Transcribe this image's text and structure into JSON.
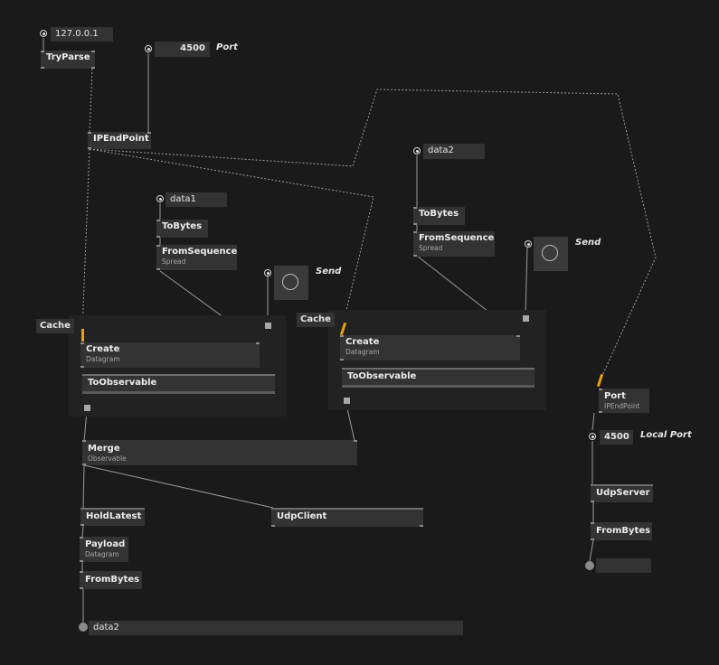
{
  "patch": {
    "ip_value": "127.0.0.1",
    "port_value": "4500",
    "port_label": "Port",
    "local_port_value": "4500",
    "local_port_label": "Local Port",
    "send_label_left": "Send",
    "send_label_right": "Send",
    "cache_label_left": "Cache",
    "cache_label_right": "Cache",
    "data1_value": "data1",
    "data2_value": "data2",
    "output_value": "data2",
    "server_output_value": ""
  },
  "nodes": {
    "tryparse": {
      "title": "TryParse"
    },
    "ipendpoint": {
      "title": "IPEndPoint"
    },
    "tobytes_left": {
      "title": "ToBytes"
    },
    "tobytes_right": {
      "title": "ToBytes"
    },
    "fromsequence_left": {
      "title": "FromSequence",
      "sub": "Spread"
    },
    "fromsequence_right": {
      "title": "FromSequence",
      "sub": "Spread"
    },
    "create_left": {
      "title": "Create",
      "sub": "Datagram"
    },
    "create_right": {
      "title": "Create",
      "sub": "Datagram"
    },
    "toobservable_left": {
      "title": "ToObservable"
    },
    "toobservable_right": {
      "title": "ToObservable"
    },
    "merge": {
      "title": "Merge",
      "sub": "Observable"
    },
    "holdlatest": {
      "title": "HoldLatest"
    },
    "udpclient": {
      "title": "UdpClient"
    },
    "payload": {
      "title": "Payload",
      "sub": "Datagram"
    },
    "frombytes_left": {
      "title": "FromBytes"
    },
    "port_node": {
      "title": "Port",
      "sub": "IPEndPoint"
    },
    "udpserver": {
      "title": "UdpServer"
    },
    "frombytes_right": {
      "title": "FromBytes"
    }
  },
  "colors": {
    "background": "#1a1a1a",
    "node": "#333333",
    "region": "#222222",
    "wire": "#a0a0a0",
    "accent": "#e8a20e"
  }
}
